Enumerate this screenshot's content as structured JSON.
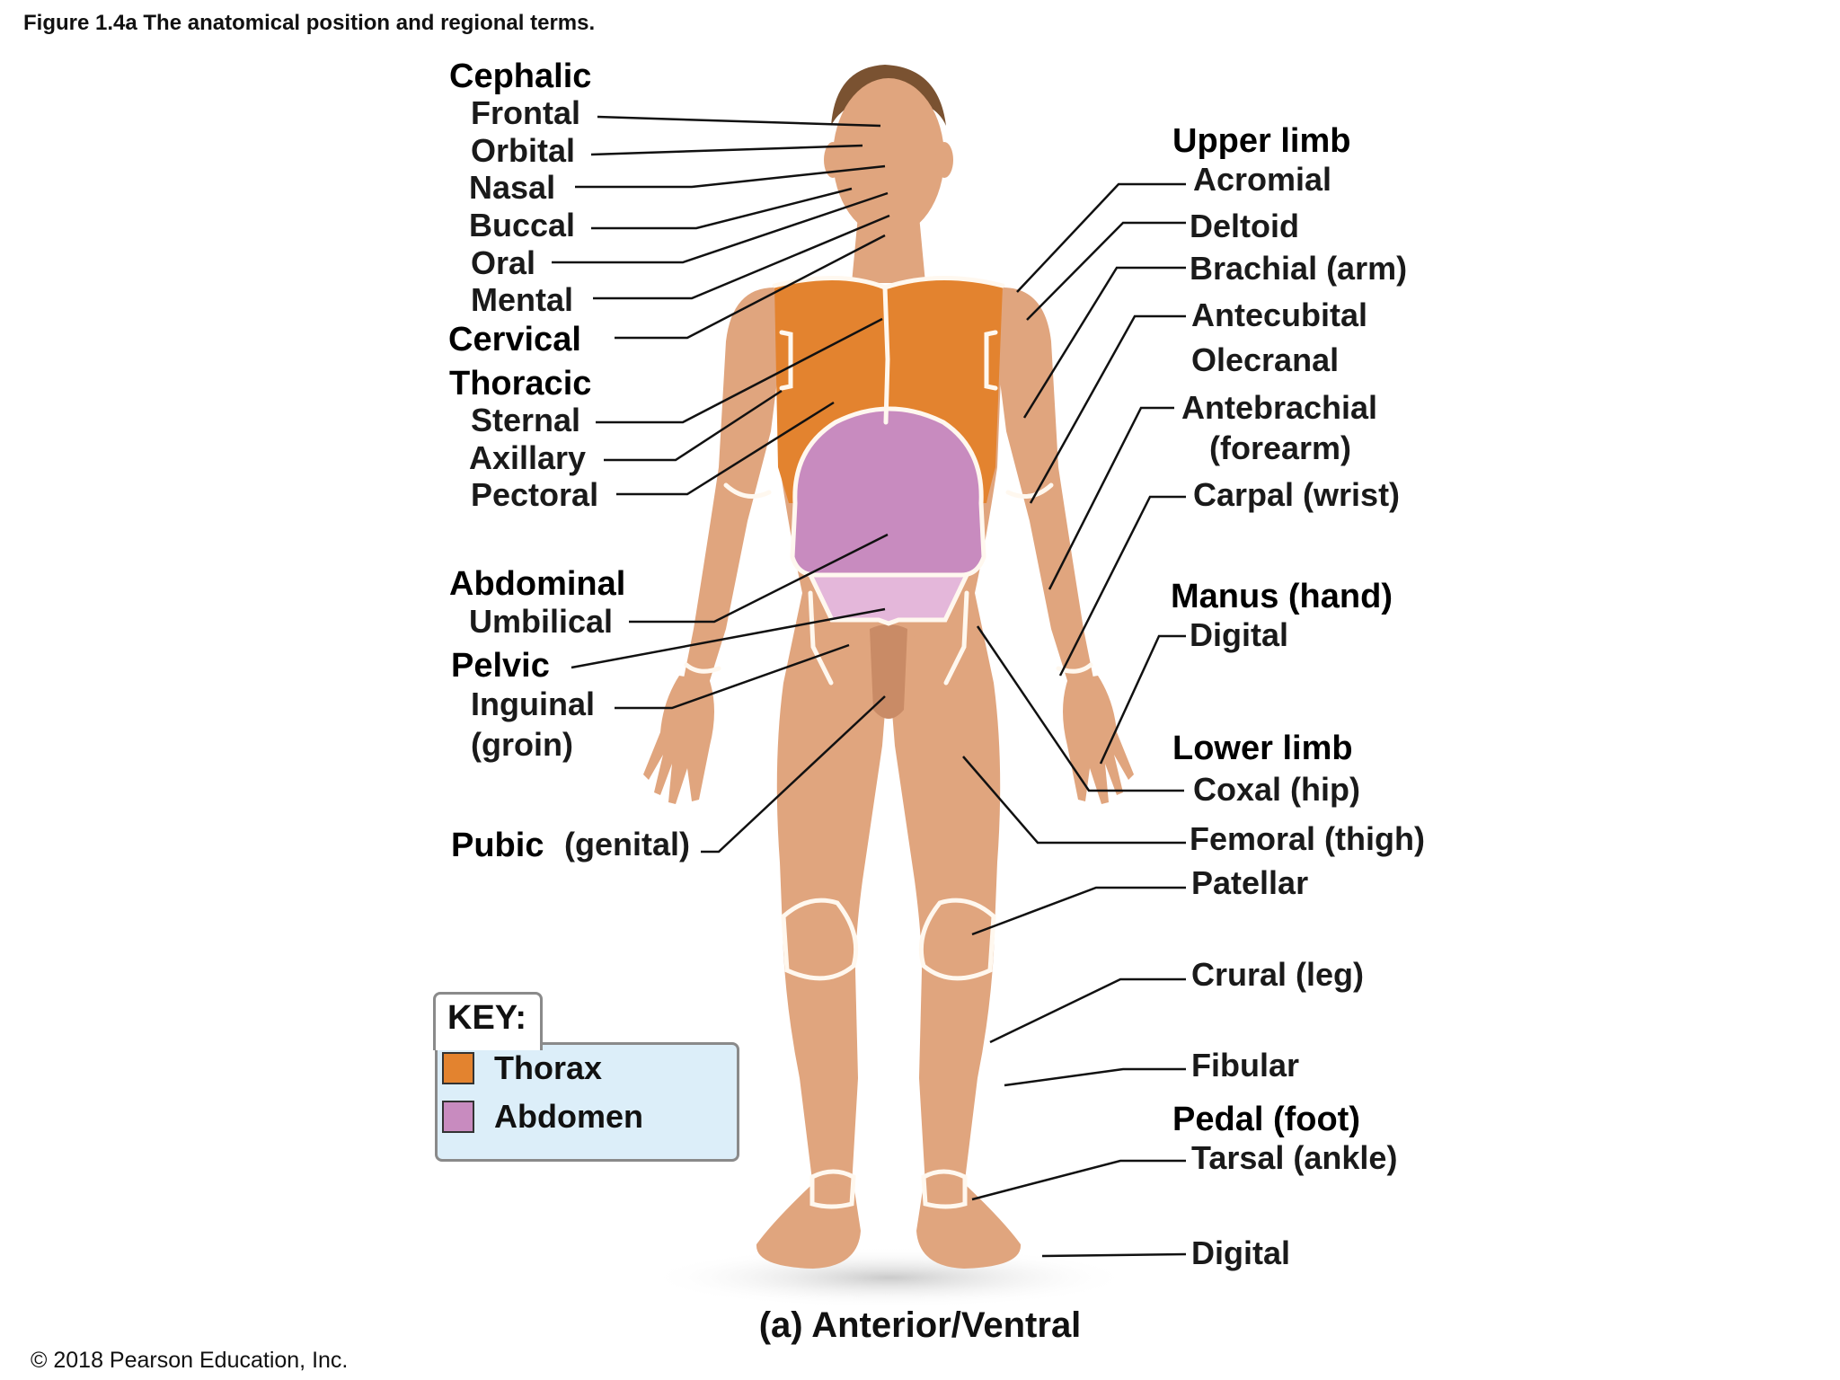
{
  "figure_title": "Figure 1.4a The anatomical position and regional terms.",
  "caption": "(a) Anterior/Ventral",
  "copyright": "© 2018 Pearson Education, Inc.",
  "colors": {
    "thorax": "#e3832f",
    "abdomen": "#c88bbf",
    "skin": "#e0a57e",
    "key_bg": "#dceef9"
  },
  "key": {
    "title": "KEY:",
    "items": [
      {
        "label": "Thorax",
        "color": "#e3832f"
      },
      {
        "label": "Abdomen",
        "color": "#c88bbf"
      }
    ]
  },
  "labels": {
    "left": [
      {
        "text": "Cephalic",
        "heading": true
      },
      {
        "text": "Frontal"
      },
      {
        "text": "Orbital"
      },
      {
        "text": "Nasal"
      },
      {
        "text": "Buccal"
      },
      {
        "text": "Oral"
      },
      {
        "text": "Mental"
      },
      {
        "text": "Cervical",
        "heading": true
      },
      {
        "text": "Thoracic",
        "heading": true
      },
      {
        "text": "Sternal"
      },
      {
        "text": "Axillary"
      },
      {
        "text": "Pectoral"
      },
      {
        "text": "Abdominal",
        "heading": true
      },
      {
        "text": "Umbilical"
      },
      {
        "text": "Pelvic",
        "heading": true
      },
      {
        "text": "Inguinal"
      },
      {
        "text": "(groin)"
      },
      {
        "text": "Pubic",
        "heading": true
      },
      {
        "text": "(genital)"
      }
    ],
    "right": [
      {
        "text": "Upper limb",
        "heading": true
      },
      {
        "text": "Acromial"
      },
      {
        "text": "Deltoid"
      },
      {
        "text": "Brachial (arm)"
      },
      {
        "text": "Antecubital"
      },
      {
        "text": "Olecranal"
      },
      {
        "text": "Antebrachial"
      },
      {
        "text": "(forearm)"
      },
      {
        "text": "Carpal (wrist)"
      },
      {
        "text": "Manus (hand)",
        "heading": true
      },
      {
        "text": "Digital"
      },
      {
        "text": "Lower limb",
        "heading": true
      },
      {
        "text": "Coxal (hip)"
      },
      {
        "text": "Femoral (thigh)"
      },
      {
        "text": "Patellar"
      },
      {
        "text": "Crural (leg)"
      },
      {
        "text": "Fibular"
      },
      {
        "text": "Pedal (foot)",
        "heading": true
      },
      {
        "text": "Tarsal (ankle)"
      },
      {
        "text": "Digital"
      }
    ]
  }
}
